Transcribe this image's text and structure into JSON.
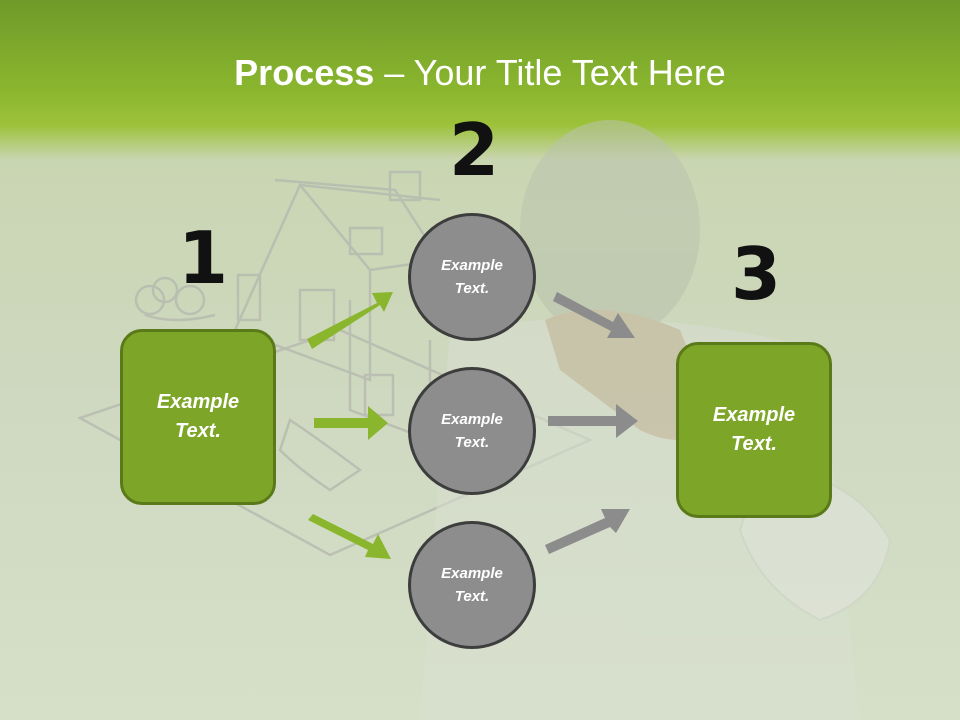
{
  "slide": {
    "title_bold": "Process",
    "title_rest": " – Your Title Text Here",
    "colors": {
      "green_box": "#7da628",
      "green_arrow": "#8ab62e",
      "gray_circle": "#8d8d8d",
      "gray_arrow": "#8c8c8c"
    }
  },
  "steps": [
    {
      "number": "1",
      "text": "Example\nText."
    },
    {
      "number": "2",
      "circles": [
        "Example\nText.",
        "Example\nText.",
        "Example\nText."
      ]
    },
    {
      "number": "3",
      "text": "Example\nText."
    }
  ]
}
